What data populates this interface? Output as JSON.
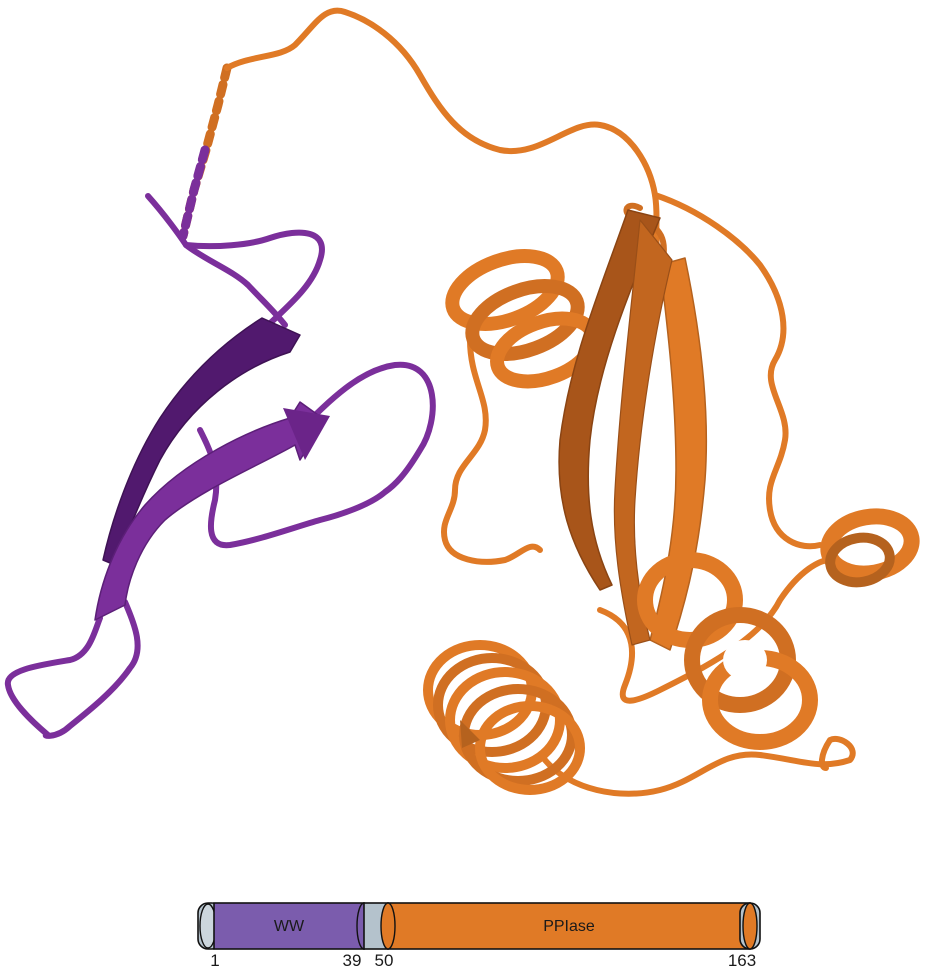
{
  "domains": [
    {
      "label": "WW",
      "start": "1",
      "end": "39",
      "color": "#7b5cad"
    },
    {
      "label": "",
      "start": "39",
      "end": "50",
      "color": "#b4c2cc"
    },
    {
      "label": "PPIase",
      "start": "50",
      "end": "163",
      "color": "#e07a26"
    }
  ],
  "ticks": {
    "t1": "1",
    "t39": "39",
    "t50": "50",
    "t163": "163"
  },
  "colors": {
    "ww": "#7b2f9b",
    "ww_dark": "#4f1a68",
    "pplase": "#e07a26",
    "pplase_dark": "#a8551a",
    "linker": "#b4c2cc"
  }
}
